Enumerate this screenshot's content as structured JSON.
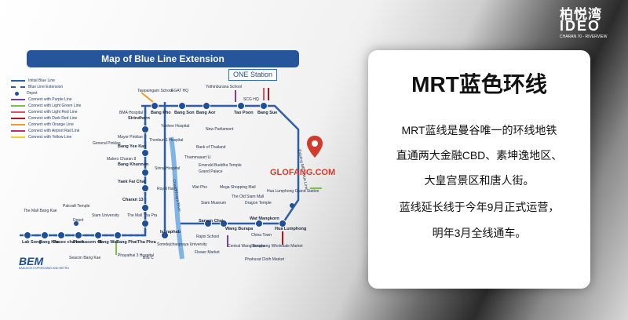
{
  "brand": {
    "cn": "柏悦湾",
    "en": "IDEO",
    "sub": "CHARAN 70 - RIVERVIEW"
  },
  "map": {
    "title": "Map of Blue Line Extension",
    "highlight_station": "ONE Station",
    "legend": [
      {
        "label": "Initial Blue Line",
        "style": "solid",
        "color": "#2a5ea8"
      },
      {
        "label": "Blue Line Extension",
        "style": "dashed",
        "color": "#2a5ea8"
      },
      {
        "label": "Depot",
        "style": "dot",
        "color": "#1e4f9a"
      },
      {
        "label": "Connect with Purple Line",
        "style": "arrow",
        "color": "#7b3fa0"
      },
      {
        "label": "Connect with Light Green Line",
        "style": "arrow",
        "color": "#7cc242"
      },
      {
        "label": "Connect with Light Red Line",
        "style": "arrow",
        "color": "#e7505a"
      },
      {
        "label": "Connect with Dark Red Line",
        "style": "arrow",
        "color": "#b3131b"
      },
      {
        "label": "Connect with Orange Line",
        "style": "arrow",
        "color": "#f39a21"
      },
      {
        "label": "Connect with Airport Rail Link",
        "style": "arrow",
        "color": "#c9287a"
      },
      {
        "label": "Connect with Yellow Line",
        "style": "arrow",
        "color": "#f2d21b"
      }
    ],
    "stations": [
      "Bang Pho",
      "Bang Son",
      "Bang Aor",
      "Tao Poon",
      "Bang Sue",
      "Sirindhorn",
      "Bang Yee Kan",
      "Bang Khunnon",
      "Yaek Fai Chai",
      "Charan 13",
      "Tha Phra",
      "Isaraphab",
      "Bang Phai",
      "Bang Wai",
      "Phetkasem 48",
      "Pasee charoen",
      "Bang Kae",
      "Lak Song",
      "Sanam Chai",
      "Wang Burapa",
      "Wat Mangkorn",
      "Hua Lumphong"
    ],
    "places": [
      "Tawpaingam School",
      "EGAT HQ",
      "Yothinburana School",
      "SCG HQ",
      "BMA Hospital",
      "Yanhee Hospital",
      "New Parliament",
      "Thonburi 1 Hospital",
      "Mayor Pinklao",
      "General Pinklao",
      "Bank of Thailand",
      "Thammasart U.",
      "Malero Charan 8",
      "Emerald Buddha Temple",
      "Grand Palace",
      "Siriraj Hospital",
      "Royal Navy",
      "Wat Pho",
      "Mega Shopping Mall",
      "The Old Siam Mall",
      "Siam Museum",
      "Dragon Temple",
      "Hua Lumphong Grand Station",
      "Chao Phraya River",
      "Existing MRT Blue Line",
      "The Mall Bang Kae",
      "Palcraft Temple",
      "Depot",
      "Siam University",
      "The Mall Tha Pra",
      "Seacon Bang Kae",
      "Phayathai 3 Hospital",
      "BIG C",
      "Somdejchaopraya University",
      "Rajini School",
      "Flower Market",
      "Central Wang Burapa",
      "Sampheng Wholesale Market",
      "Phahurat Cloth Market",
      "China Town"
    ],
    "operator": "BEM",
    "operator_sub": "BANGKOK EXPRESSWAY AND METRO"
  },
  "panel": {
    "title": "MRT蓝色环线",
    "lines": [
      "MRT蓝线是曼谷唯一的环线地铁",
      "直通两大金融CBD、素坤逸地区、",
      "大皇宫景区和唐人街。",
      "蓝线延长线于今年9月正式运营，",
      "明年3月全线通车。"
    ]
  },
  "watermark": "GLOFANG.COM"
}
